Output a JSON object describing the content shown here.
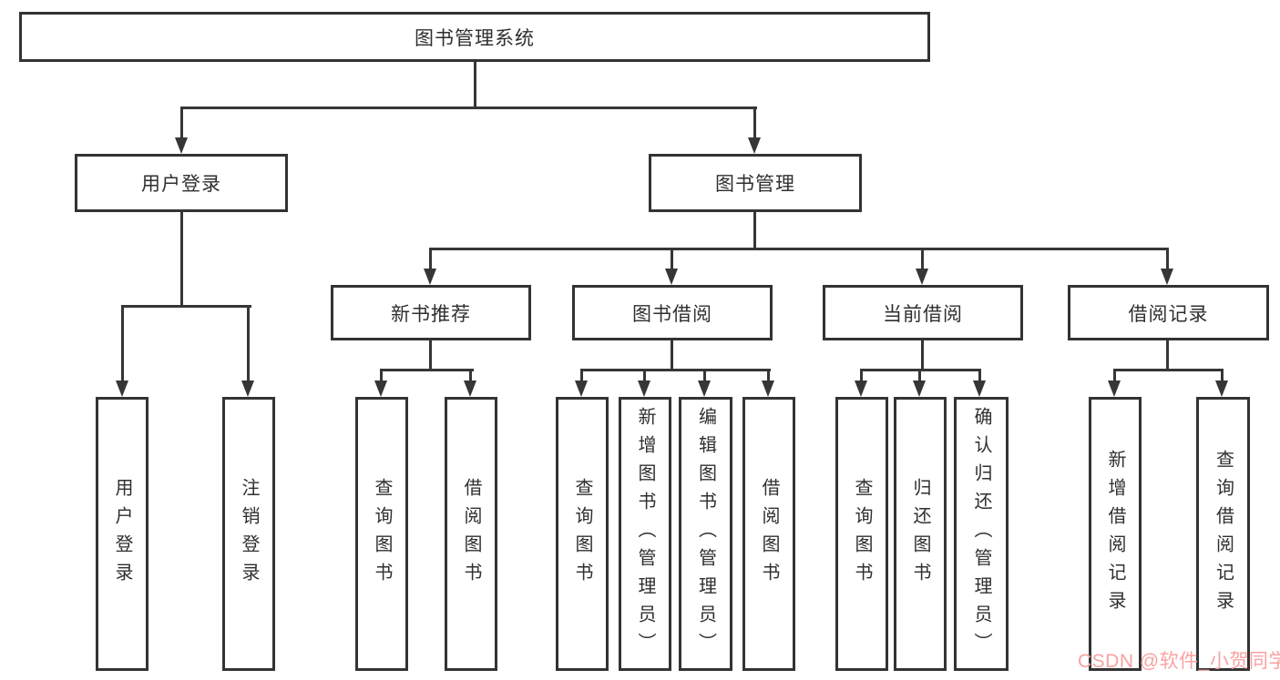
{
  "diagram_title": "图书管理系统",
  "colors": {
    "line": "#363636",
    "border": "#333333",
    "text": "#2f2f2f",
    "background": "#ffffff",
    "watermark": "#f9a2a2"
  },
  "watermark": {
    "text": "CSDN @软件_小贺同学"
  },
  "nodes": {
    "root": {
      "label": "图书管理系统"
    },
    "level2": [
      {
        "label": "用户登录"
      },
      {
        "label": "图书管理"
      }
    ],
    "level3": [
      {
        "label": "新书推荐"
      },
      {
        "label": "图书借阅"
      },
      {
        "label": "当前借阅"
      },
      {
        "label": "借阅记录"
      }
    ],
    "level4": {
      "user_login": [
        {
          "label": "用户登录"
        },
        {
          "label": "注销登录"
        }
      ],
      "new_book": [
        {
          "label": "查询图书"
        },
        {
          "label": "借阅图书"
        }
      ],
      "book_borrow": [
        {
          "label": "查询图书"
        },
        {
          "label": "新增图书（管理员）"
        },
        {
          "label": "编辑图书（管理员）"
        },
        {
          "label": "借阅图书"
        }
      ],
      "current_borrow": [
        {
          "label": "查询图书"
        },
        {
          "label": "归还图书"
        },
        {
          "label": "确认归还（管理员）"
        }
      ],
      "borrow_record": [
        {
          "label": "新增借阅记录"
        },
        {
          "label": "查询借阅记录"
        }
      ]
    }
  }
}
